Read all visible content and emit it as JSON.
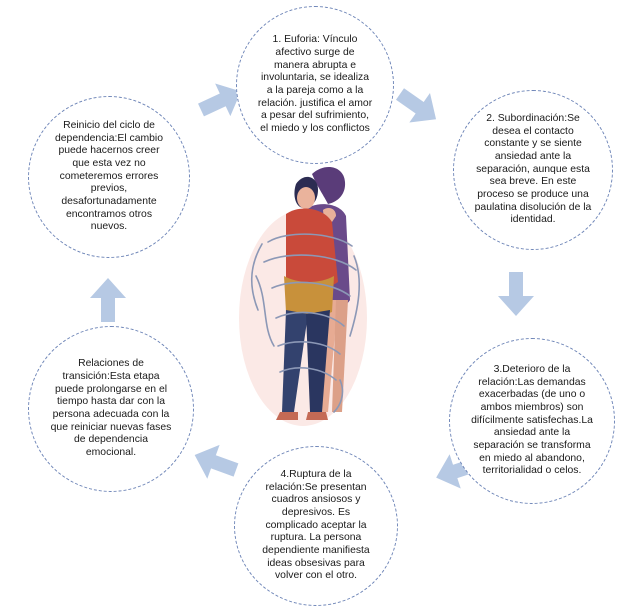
{
  "colors": {
    "circle_border": "#6f86b8",
    "arrow": "#b6c9e4",
    "text": "#1a1a1a"
  },
  "diagram": {
    "stages": [
      {
        "id": "euforia",
        "text": "1. Euforia: Vínculo afectivo surge de manera abrupta  e involuntaria, se idealiza a la pareja como a la relación. justifica el amor a pesar del sufrimiento, el miedo y los conflictos"
      },
      {
        "id": "subordinacion",
        "text": "2. Subordinación:Se desea el contacto constante y se siente ansiedad ante la separación, aunque esta sea breve. En este proceso se produce una paulatina disolución de la identidad."
      },
      {
        "id": "deterioro",
        "text": "3.Deterioro de la relación:Las demandas exacerbadas (de uno o ambos miembros) son difícilmente satisfechas.La ansiedad ante la separación se transforma en miedo al abandono, territorialidad o celos."
      },
      {
        "id": "ruptura",
        "text": "4.Ruptura de la relación:Se presentan cuadros ansiosos y depresivos. Es complicado aceptar la ruptura. La persona dependiente manifiesta ideas obsesivas para volver con el otro."
      },
      {
        "id": "relaciones-transicion",
        "text": "Relaciones de transición:Esta etapa puede prolongarse en el tiempo hasta dar con la persona adecuada con la que reiniciar nuevas fases de dependencia emocional."
      },
      {
        "id": "reinicio",
        "text": "Reinicio del ciclo de dependencia:El cambio puede hacernos creer que esta vez no cometeremos errores previos, desafortunadamente encontramos otros nuevos."
      }
    ]
  },
  "icons": {
    "illustration": "embracing-couple-bound-by-rope"
  }
}
